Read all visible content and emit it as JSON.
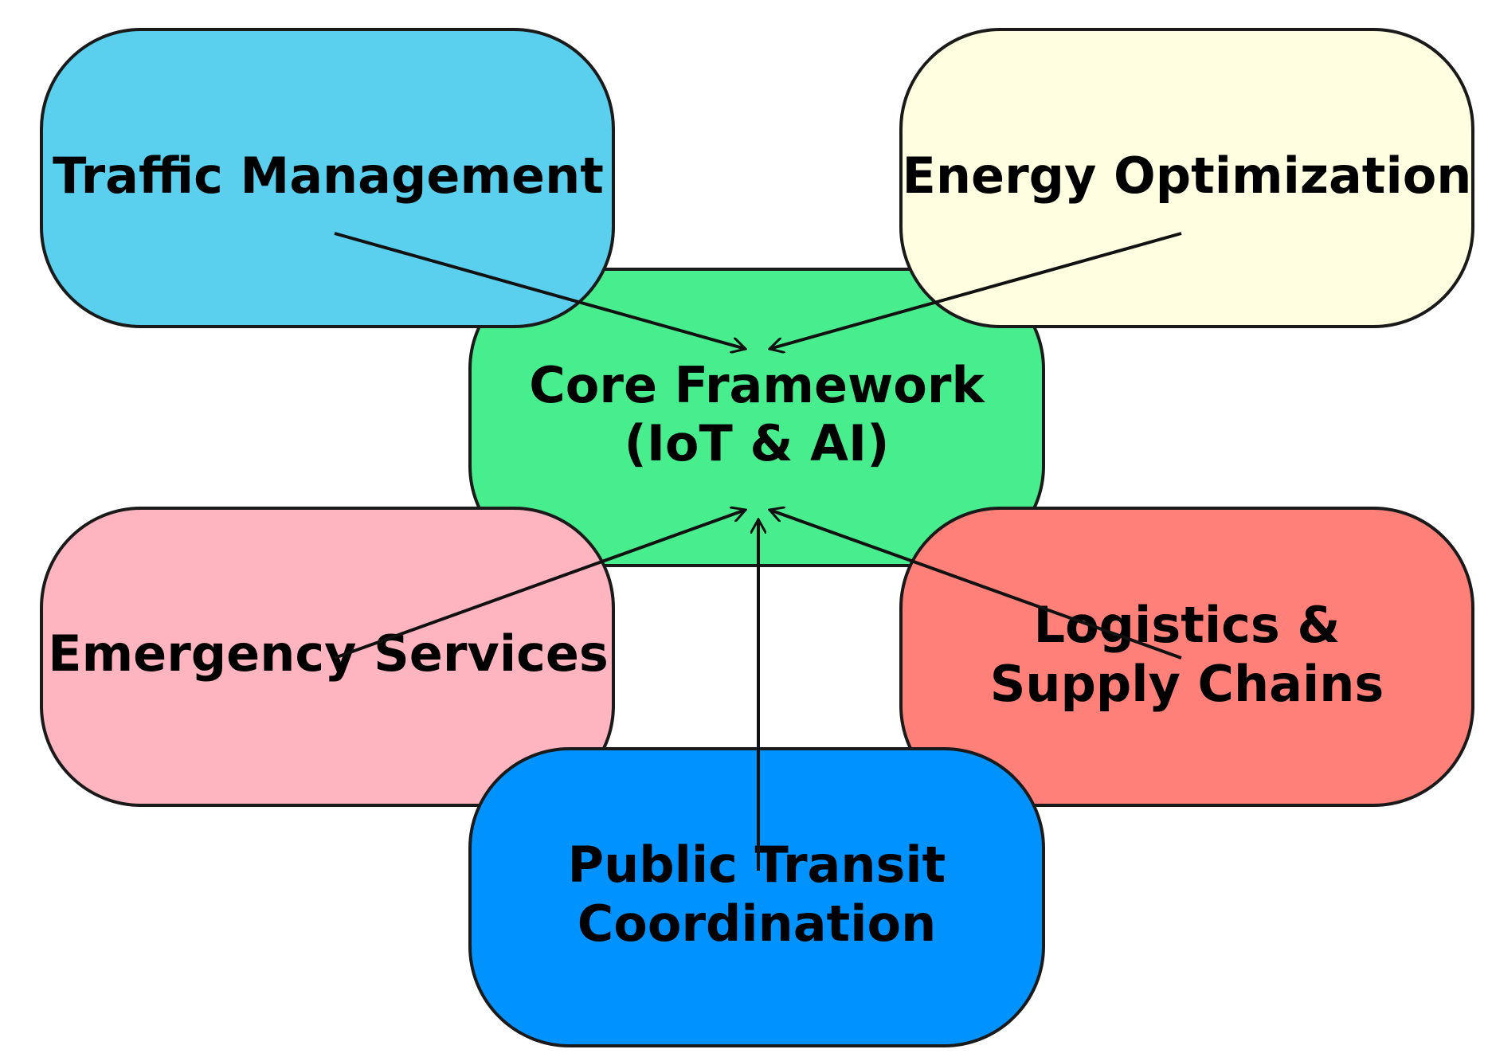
{
  "diagram": {
    "nodes": [
      {
        "id": "traffic",
        "lines": [
          "Traffic Management"
        ],
        "color": "#5ACFEE"
      },
      {
        "id": "energy",
        "lines": [
          "Energy Optimization"
        ],
        "color": "#FFFEE0"
      },
      {
        "id": "core",
        "lines": [
          "Core Framework",
          "(IoT & AI)"
        ],
        "color": "#48EE8D"
      },
      {
        "id": "emergency",
        "lines": [
          "Emergency Services"
        ],
        "color": "#FFB5C0"
      },
      {
        "id": "logistics",
        "lines": [
          "Logistics &",
          "Supply Chains"
        ],
        "color": "#FF8079"
      },
      {
        "id": "transit",
        "lines": [
          "Public Transit",
          "Coordination"
        ],
        "color": "#0092FF"
      }
    ],
    "edges": [
      {
        "from": "traffic",
        "to": "core"
      },
      {
        "from": "energy",
        "to": "core"
      },
      {
        "from": "emergency",
        "to": "core"
      },
      {
        "from": "logistics",
        "to": "core"
      },
      {
        "from": "transit",
        "to": "core"
      }
    ]
  }
}
